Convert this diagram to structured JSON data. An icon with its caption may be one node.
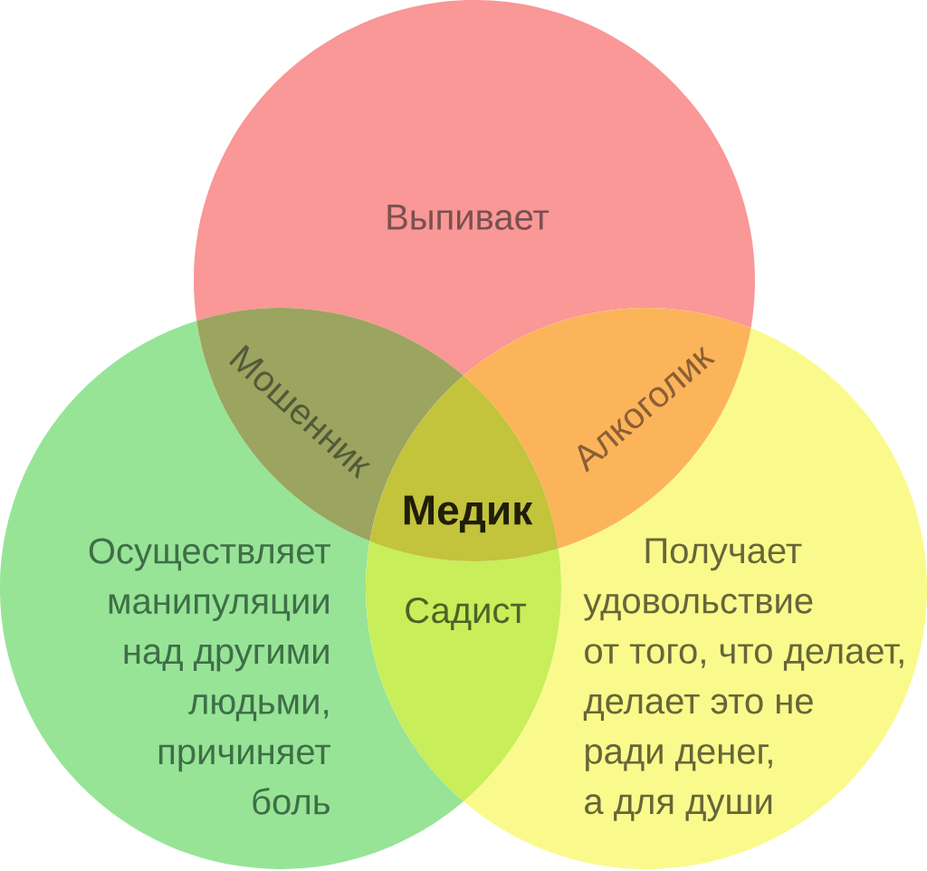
{
  "diagram": {
    "nodes": [
      {
        "text": [
          "Выпивает"
        ]
      },
      {
        "text": [
          "Осуществляет манипуляции над другими людьми, причиняет боль"
        ]
      },
      {
        "text": [
          "Получает удовольствие от того, что делает, делает это не ради денег, а для души"
        ]
      }
    ],
    "labels": [
      "Мошенник",
      "Алкоголик",
      "Медик",
      "Садист"
    ]
  }
}
